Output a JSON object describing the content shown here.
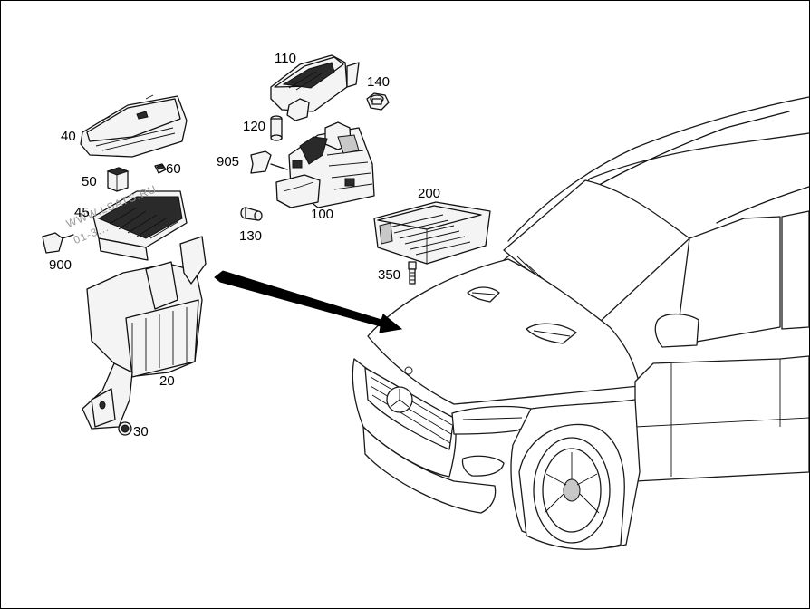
{
  "diagram": {
    "callouts": {
      "c110": "110",
      "c140": "140",
      "c120": "120",
      "c40": "40",
      "c905": "905",
      "c50": "50",
      "c60": "60",
      "c200": "200",
      "c45": "45",
      "c100": "100",
      "c130": "130",
      "c900": "900",
      "c350": "350",
      "c20": "20",
      "c30": "30"
    },
    "watermark": {
      "line1": "WWW.LSATS.RU",
      "line2": "01-3..."
    }
  }
}
